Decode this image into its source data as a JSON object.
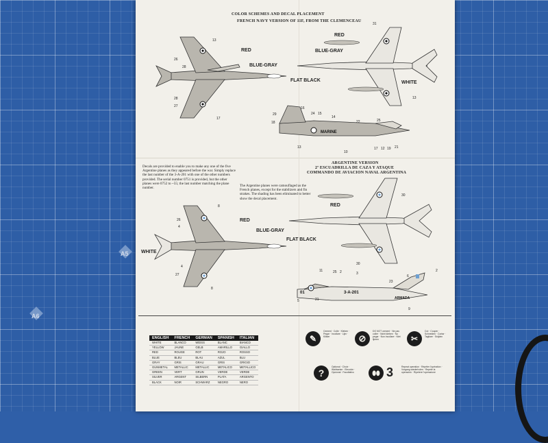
{
  "mat": {
    "labels": [
      "A5",
      "A6"
    ]
  },
  "sheet": {
    "header_title": "COLOR SCHEMES AND DECAL PLACEMENT",
    "header_subtitle": "FRENCH NAVY VERSION OF 11F, FROM THE CLEMENCEAU",
    "arg_title": "ARGENTINE VERSION",
    "arg_sub1": "2ª ESCUADRILLA DE CAZA Y ATAQUE",
    "arg_sub2": "COMMANDO DE AVIACION NAVAL ARGENTINA",
    "decal_note": "Decals are provided to enable you to make any one of the five Argentine planes as they appeared before the war. Simply replace the last number of the 3-A-201 with one of the other numbers provided. The serial number 0751 is provided, but the other planes were 0752 to ~55; the last number matching the plane number.",
    "camo_note": "The Argentine planes were camouflaged as the French planes, except for the stabilizers and fin strakes. The shading has been eliminated to better show the decal placement.",
    "color_labels": {
      "red": "RED",
      "blue_gray": "BLUE-GRAY",
      "flat_black": "FLAT BLACK",
      "white": "WHITE"
    },
    "markings": {
      "french_fuselage": "MARINE",
      "argentine_fuselage": "ARMADA",
      "argentine_serial": "3-A-201",
      "argentine_nose": "01"
    },
    "callouts": {
      "top_left": [
        "13",
        "26",
        "28",
        "28",
        "27",
        "17"
      ],
      "top_right": [
        "31",
        "13"
      ],
      "side_french": [
        "29",
        "16",
        "24",
        "15",
        "14",
        "22",
        "25",
        "18",
        "13",
        "10",
        "17",
        "12",
        "19",
        "21"
      ],
      "mid_left": [
        "8",
        "26",
        "4",
        "4",
        "27",
        "8"
      ],
      "mid_right": [
        "30",
        "30"
      ],
      "side_arg": [
        "11",
        "25",
        "2",
        "3",
        "23",
        "6",
        "2",
        "5",
        "21",
        "9"
      ]
    },
    "color_table": {
      "headers": [
        "ENGLISH",
        "FRENCH",
        "GERMAN",
        "SPANISH",
        "ITALIAN"
      ],
      "rows": [
        [
          "WHITE",
          "BLANCO",
          "WEISS",
          "BLANC",
          "BIANCO"
        ],
        [
          "YELLOW",
          "JAUNE",
          "GELB",
          "AMARILLO",
          "GIALLO"
        ],
        [
          "RED",
          "ROUGE",
          "ROT",
          "ROJO",
          "ROSSO"
        ],
        [
          "BLUE",
          "BLEU",
          "BLAU",
          "AZUL",
          "BLU"
        ],
        [
          "GRAY",
          "GRIS",
          "GRAU",
          "GRIS",
          "GRIGIO"
        ],
        [
          "GUNMETAL",
          "METALLIC",
          "METALLIC",
          "METALICO",
          "METALLICO"
        ],
        [
          "GREEN",
          "VERT",
          "GRUN",
          "VERDE",
          "VERDE"
        ],
        [
          "SILVER",
          "ARGENT",
          "SILBERN",
          "PLATA",
          "ARGENTO"
        ],
        [
          "BLACK",
          "NOIR",
          "SCHWARZ",
          "NEGRO",
          "NERO"
        ]
      ]
    },
    "icons": [
      {
        "name": "cement-icon",
        "glyph": "✎",
        "caption": "Cement · Colle · Kleben · Pegar · Incollare · Lijm · Klister"
      },
      {
        "name": "do-not-cement-icon",
        "glyph": "⊘",
        "caption": "DO NOT cement · Ne pas coller · Nicht kleben · No pegar · Non incollare · Niet lijmen"
      },
      {
        "name": "cut-icon",
        "glyph": "✂",
        "caption": "Cut · Couper · Schneiden · Cortar · Tagliare · Snijden"
      },
      {
        "name": "optional-icon",
        "glyph": "?",
        "caption": "Optional · Choix · Wahlweise · Elección · Opcional · Facoltativo"
      },
      {
        "name": "repeat-operation-icon",
        "glyph": "3",
        "caption": "Repeat operation · Répéter l'opération · Vorgang wiederholen · Repetir la operación · Ripetere l'operazione"
      }
    ]
  }
}
